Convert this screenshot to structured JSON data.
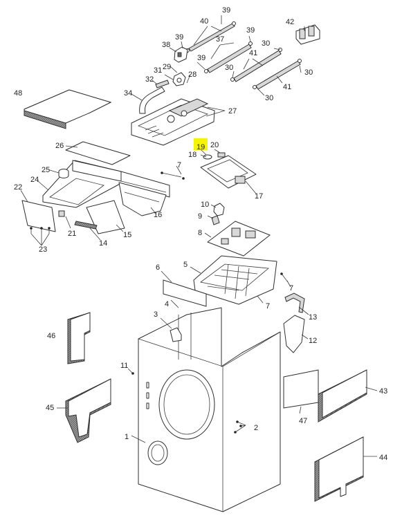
{
  "highlight_color": "#f5f500",
  "highlighted_label": "19",
  "callouts": [
    {
      "text": "39"
    },
    {
      "text": "40"
    },
    {
      "text": "42"
    },
    {
      "text": "38"
    },
    {
      "text": "39"
    },
    {
      "text": "37"
    },
    {
      "text": "39"
    },
    {
      "text": "30"
    },
    {
      "text": "39"
    },
    {
      "text": "29"
    },
    {
      "text": "31"
    },
    {
      "text": "28"
    },
    {
      "text": "32"
    },
    {
      "text": "41"
    },
    {
      "text": "30"
    },
    {
      "text": "30"
    },
    {
      "text": "41"
    },
    {
      "text": "30"
    },
    {
      "text": "48"
    },
    {
      "text": "34"
    },
    {
      "text": "27"
    },
    {
      "text": "26"
    },
    {
      "text": "19"
    },
    {
      "text": "20"
    },
    {
      "text": "18"
    },
    {
      "text": "25"
    },
    {
      "text": "7"
    },
    {
      "text": "24"
    },
    {
      "text": "22"
    },
    {
      "text": "17"
    },
    {
      "text": "16"
    },
    {
      "text": "10"
    },
    {
      "text": "9"
    },
    {
      "text": "21"
    },
    {
      "text": "15"
    },
    {
      "text": "14"
    },
    {
      "text": "23"
    },
    {
      "text": "8"
    },
    {
      "text": "6"
    },
    {
      "text": "5"
    },
    {
      "text": "7"
    },
    {
      "text": "4"
    },
    {
      "text": "7"
    },
    {
      "text": "13"
    },
    {
      "text": "3"
    },
    {
      "text": "46"
    },
    {
      "text": "12"
    },
    {
      "text": "11"
    },
    {
      "text": "43"
    },
    {
      "text": "45"
    },
    {
      "text": "47"
    },
    {
      "text": "2"
    },
    {
      "text": "1"
    },
    {
      "text": "44"
    }
  ]
}
